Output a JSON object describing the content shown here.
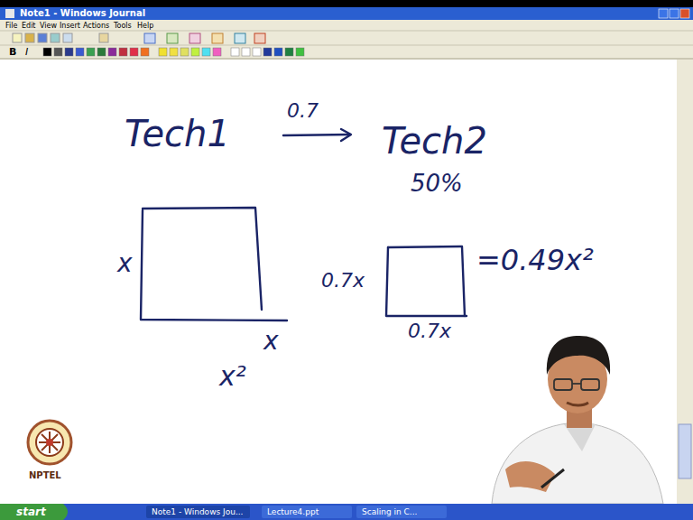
{
  "diagram": {
    "labels": [
      "Note1 - Windows Journal",
      "File",
      "Edit",
      "View",
      "Insert",
      "Actions",
      "Tools",
      "Help",
      "B",
      "I",
      "Tech1",
      "0.7",
      "Tech2",
      "50%",
      "x",
      "x",
      "x²",
      "0.7x",
      "0.7x",
      "=0.49x²",
      "NPTEL",
      "start",
      "Note1 - Windows Jou...",
      "Lecture4.ppt",
      "Scaling in C..."
    ]
  }
}
